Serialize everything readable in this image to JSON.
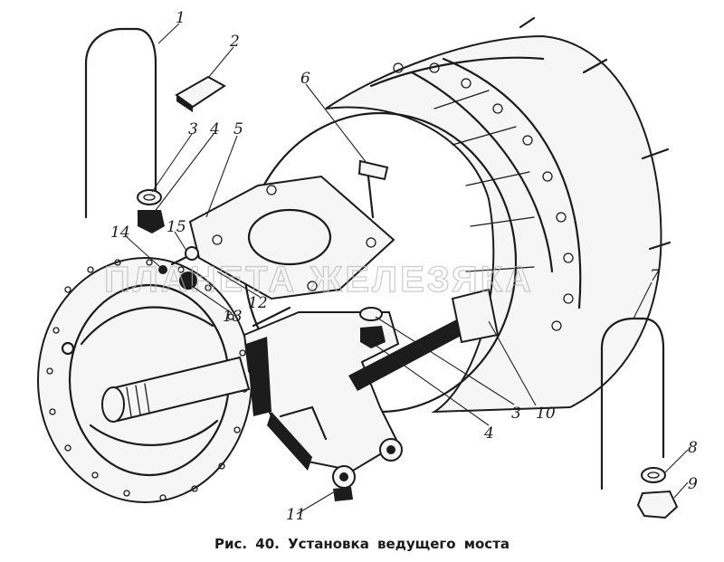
{
  "caption": "Рис. 40. Установка ведущего моста",
  "watermark": "ПЛАНЕТА ЖЕЛЕЗЯКА",
  "labels": [
    "1",
    "2",
    "3",
    "4",
    "5",
    "6",
    "7",
    "8",
    "9",
    "10",
    "11",
    "12",
    "13",
    "14",
    "15",
    "3",
    "4"
  ]
}
